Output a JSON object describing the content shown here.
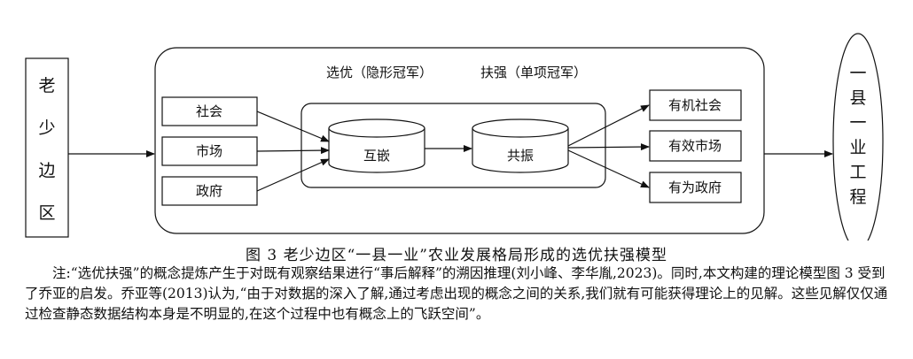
{
  "diagram": {
    "left_block": [
      "老",
      "少",
      "边",
      "区"
    ],
    "header_selection": "选优（隐形冠军）",
    "header_support": "扶强（单项冠军）",
    "inputs": [
      "社会",
      "市场",
      "政府"
    ],
    "cylinder_left": "互嵌",
    "cylinder_right": "共振",
    "outputs": [
      "有机社会",
      "有效市场",
      "有为政府"
    ],
    "right_ellipse": [
      "一",
      "县",
      "一",
      "业",
      "工",
      "程"
    ]
  },
  "caption": "图 3   老少边区“一县一业”农业发展格局形成的选优扶强模型",
  "note": "注:“选优扶强”的概念提炼产生于对既有观察结果进行“事后解释”的溯因推理(刘小峰、李华胤,2023)。同时,本文构建的理论模型图 3 受到了乔亚的启发。乔亚等(2013)认为,“由于对数据的深入了解,通过考虑出现的概念之间的关系,我们就有可能获得理论上的见解。这些见解仅仅通过检查静态数据结构本身是不明显的,在这个过程中也有概念上的飞跃空间”。"
}
